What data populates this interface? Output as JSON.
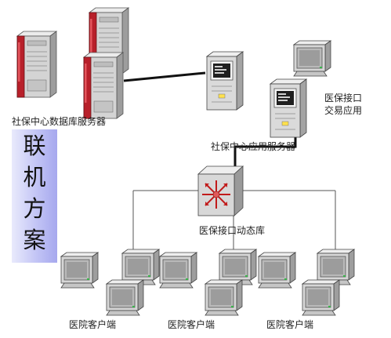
{
  "labels": {
    "db_servers": "社保中心数据库服务器",
    "app_server": "社保中心应用服务器",
    "interface": "医保接口\n交易应用",
    "interface_line1": "医保接口",
    "interface_line2": "交易应用",
    "switch_db": "医保接口动态库",
    "hospital_left": "医院客户端",
    "hospital_center": "医院客户端",
    "hospital_right": "医院客户端"
  },
  "banner": {
    "chars": [
      "联",
      "机",
      "方",
      "案"
    ],
    "color": "#a6a8ee"
  },
  "icons": {
    "mainframe": "mainframe-server-icon",
    "tower": "tower-server-icon",
    "monitor": "crt-monitor-icon",
    "switch": "network-switch-icon"
  },
  "colors": {
    "mainframe_accent": "#b8202a",
    "casing": "#d9d9d9",
    "link_thick": "#111111",
    "link_thin": "#555555"
  }
}
